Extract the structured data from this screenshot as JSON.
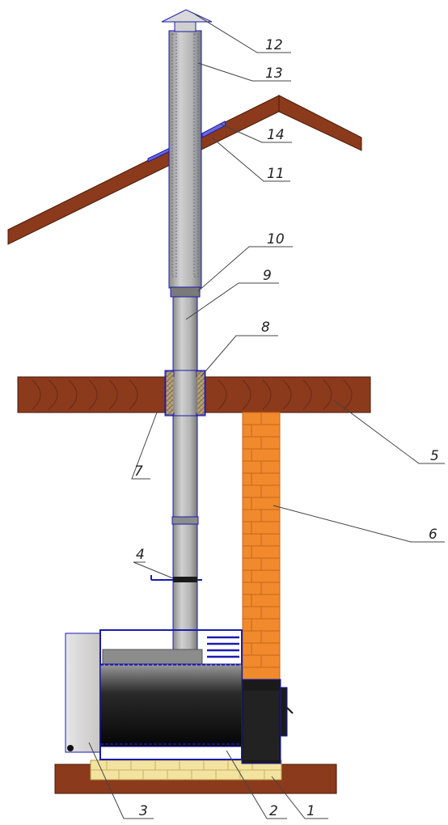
{
  "colors": {
    "wood": "#8b3a1c",
    "wood_grain": "#5a2210",
    "brick": "#f08a2c",
    "brick_line": "#c8651a",
    "foundation": "#f3e3a0",
    "pipe_light": "#c8c8c8",
    "pipe_dark": "#8c8c8c",
    "outline": "#1b1bb0",
    "stove_black": "#111111",
    "insulation": "#b49a6e",
    "leader": "#444444"
  },
  "callouts": [
    {
      "id": "1",
      "label": "1"
    },
    {
      "id": "2",
      "label": "2"
    },
    {
      "id": "3",
      "label": "3"
    },
    {
      "id": "4",
      "label": "4"
    },
    {
      "id": "5",
      "label": "5"
    },
    {
      "id": "6",
      "label": "6"
    },
    {
      "id": "7",
      "label": "7"
    },
    {
      "id": "8",
      "label": "8"
    },
    {
      "id": "9",
      "label": "9"
    },
    {
      "id": "10",
      "label": "10"
    },
    {
      "id": "11",
      "label": "11"
    },
    {
      "id": "12",
      "label": "12"
    },
    {
      "id": "13",
      "label": "13"
    },
    {
      "id": "14",
      "label": "14"
    }
  ]
}
